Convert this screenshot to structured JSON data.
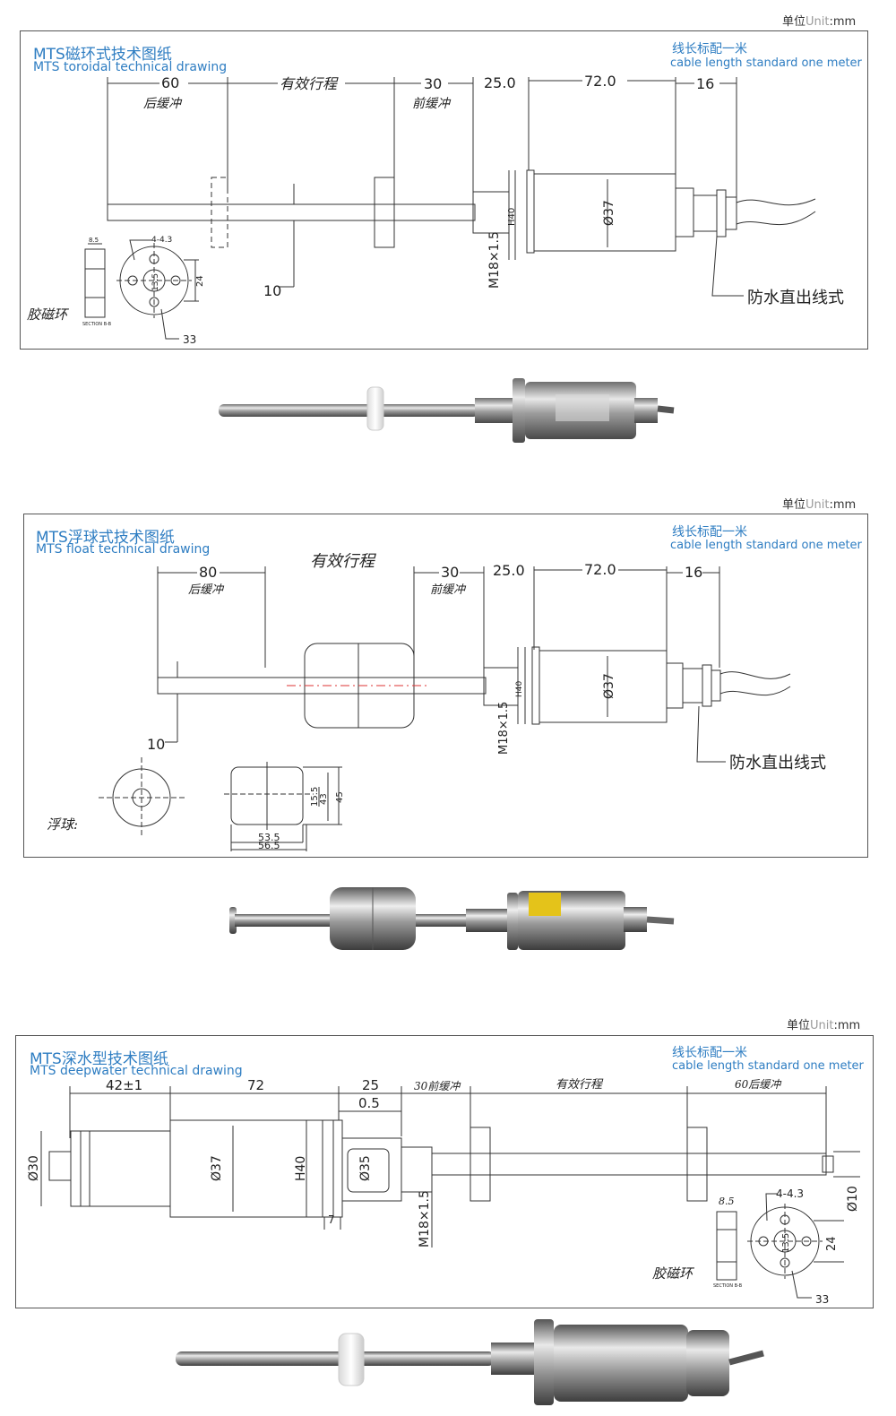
{
  "unit": {
    "label": "单位",
    "value": "Unit",
    "suffix": ":mm"
  },
  "sections": [
    {
      "title_cn": "MTS磁环式技术图纸",
      "title_en": "MTS toroidal technical drawing",
      "cable_cn": "线长标配一米",
      "cable_en": "cable length standard one meter",
      "dims": {
        "rear": "60",
        "stroke": "有效行程",
        "front": "30",
        "d25": "25.0",
        "d72": "72.0",
        "d16": "16",
        "d10": "10",
        "h40": "H40",
        "m18": "M18×1.5",
        "phi37": "Ø37"
      },
      "rear_label": "后缓冲",
      "front_label": "前缓冲",
      "outlet_label": "防水直出线式",
      "part_label": "胶磁环",
      "part_dims": {
        "holes": "4-4.3",
        "inner": "13.5",
        "pcd": "24",
        "outer": "33",
        "thick": "8.5",
        "section": "SECTION B-B"
      }
    },
    {
      "title_cn": "MTS浮球式技术图纸",
      "title_en": "MTS float technical drawing",
      "cable_cn": "线长标配一米",
      "cable_en": "cable length standard one meter",
      "dims": {
        "rear": "80",
        "stroke": "有效行程",
        "front": "30",
        "d25": "25.0",
        "d72": "72.0",
        "d16": "16",
        "d10": "10",
        "h40": "H40",
        "m18": "M18×1.5",
        "phi37": "Ø37"
      },
      "rear_label": "后缓冲",
      "front_label": "前缓冲",
      "outlet_label": "防水直出线式",
      "part_label": "浮球:",
      "part_dims": {
        "w1": "53.5",
        "w2": "56.5",
        "h1": "15.5",
        "h2": "43",
        "h3": "45"
      }
    },
    {
      "title_cn": "MTS深水型技术图纸",
      "title_en": "MTS deepwater technical drawing",
      "cable_cn": "线长标配一米",
      "cable_en": "cable length standard one meter",
      "dims": {
        "d42": "42±1",
        "d72": "72",
        "d25": "25",
        "d05": "0.5",
        "front": "30前缓冲",
        "stroke": "有效行程",
        "rear": "60后缓冲",
        "phi30": "Ø30",
        "phi37": "Ø37",
        "h40": "H40",
        "phi35": "Ø35",
        "d7": "7",
        "m18": "M18×1.5",
        "phi10": "Ø10"
      },
      "part_label": "胶磁环",
      "part_dims": {
        "holes": "4-4.3",
        "inner": "13.5",
        "pcd": "24",
        "outer": "33",
        "thick": "8.5",
        "section": "SECTION B-B"
      }
    }
  ],
  "colors": {
    "accent": "#2e7dc2",
    "line": "#333333",
    "steel": "#b8b8b8",
    "white_ring": "#f4f4f4"
  }
}
